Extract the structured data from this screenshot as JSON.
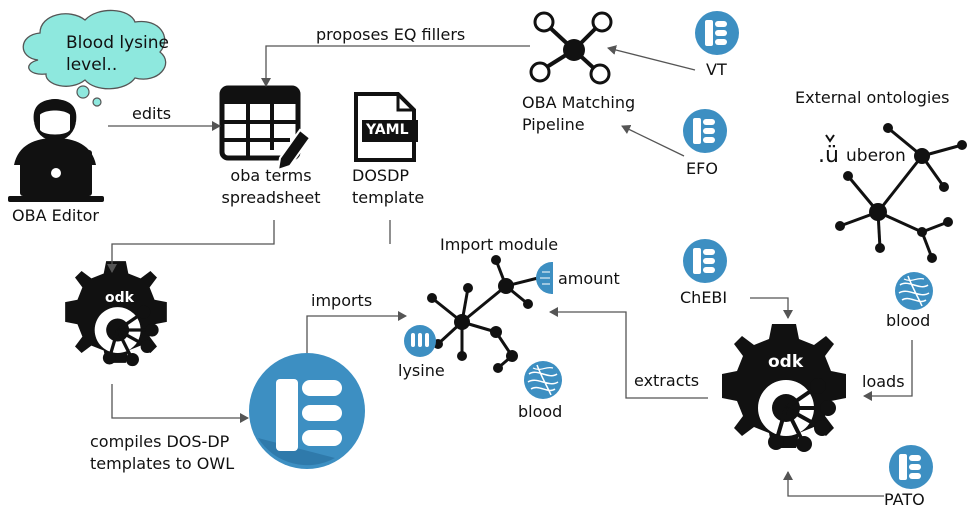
{
  "labels": {
    "thought": [
      "Blood lysine",
      "level.."
    ],
    "oba_editor": "OBA Editor",
    "edits": "edits",
    "proposes": "proposes EQ fillers",
    "spreadsheet": [
      "oba terms",
      "spreadsheet"
    ],
    "yaml": "YAML",
    "dosdp": [
      "DOSDP",
      "template"
    ],
    "pipeline": [
      "OBA Matching",
      "Pipeline"
    ],
    "vt": "VT",
    "efo": "EFO",
    "external": "External ontologies",
    "uberon": "uberon",
    "blood_external": "blood",
    "odk_left": "odk",
    "odk_right": "odk",
    "imports": "imports",
    "import_module": "Import module",
    "amount": "amount",
    "lysine": "lysine",
    "blood_module": "blood",
    "chebi": "ChEBI",
    "extracts": "extracts",
    "loads": "loads",
    "compiles": [
      "compiles DOS-DP",
      "templates to OWL"
    ],
    "pato": "PATO"
  },
  "colors": {
    "ink": "#111111",
    "cloud": "#8ee8de",
    "ontology": "#3d8fc2",
    "ontology_dark": "#2f7aab",
    "arrow": "#555555"
  },
  "icons": [
    "person-laptop-icon",
    "spreadsheet-edit-icon",
    "yaml-file-icon",
    "matching-network-icon",
    "ontology-icon",
    "odk-gear-icon",
    "network-graph-icon",
    "blood-icon",
    "amount-icon",
    "lysine-icon"
  ]
}
